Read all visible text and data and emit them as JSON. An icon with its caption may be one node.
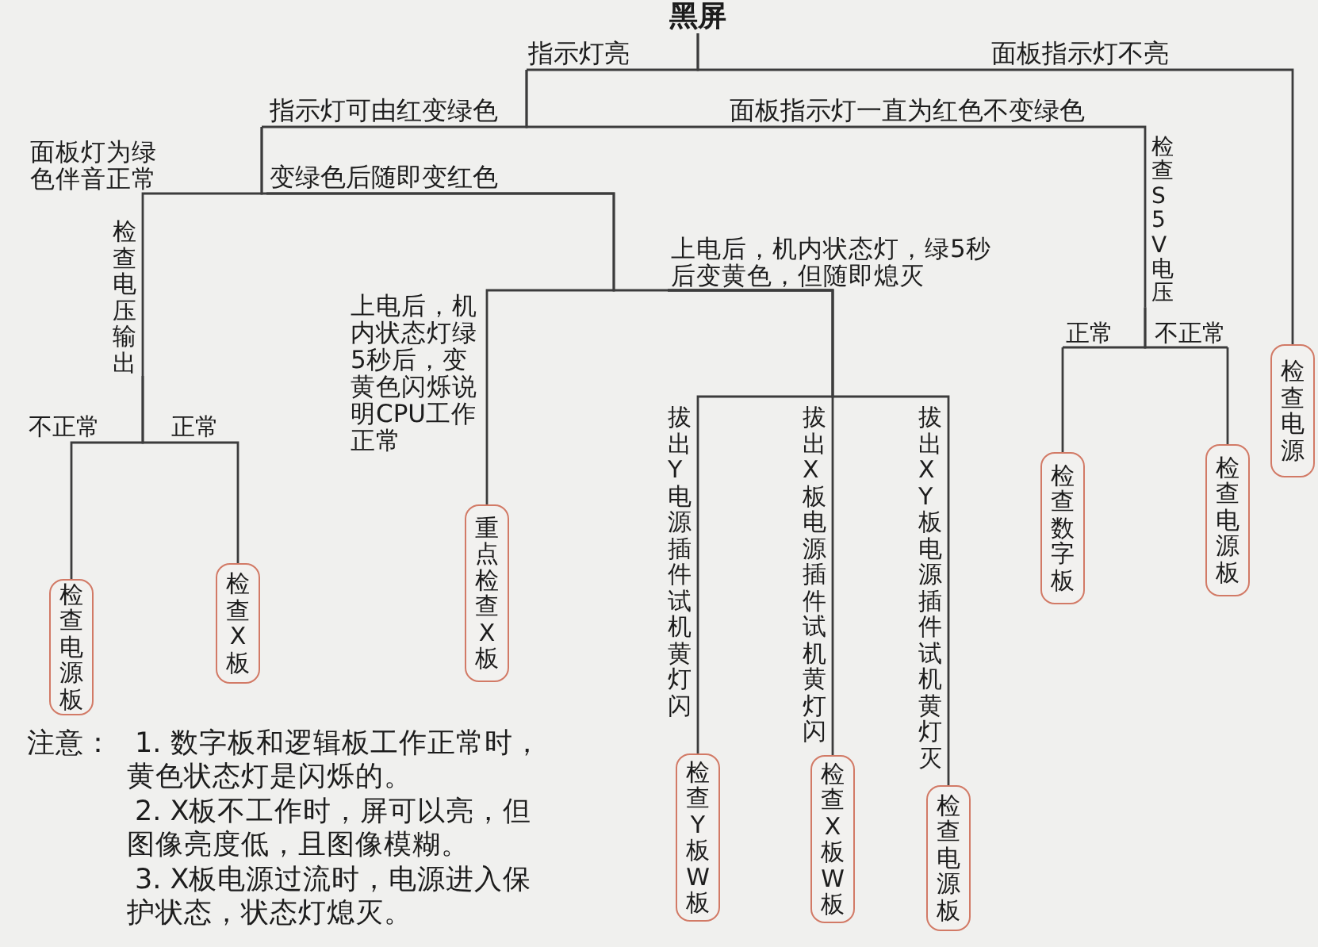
{
  "diagram": {
    "nodes": [
      {
        "text": [
          "黑屏"
        ]
      },
      {
        "text": [
          "指示灯亮"
        ]
      },
      {
        "text": [
          "面板指示灯不亮"
        ]
      },
      {
        "text": [
          "指示灯可由红变绿色"
        ]
      },
      {
        "text": [
          "面板指示灯一直为红色不变绿色"
        ]
      },
      {
        "text": [
          "面板灯为绿色伴音正常"
        ]
      },
      {
        "text": [
          "变绿色后随即变红色"
        ]
      },
      {
        "text": [
          "检查S5V电压"
        ]
      },
      {
        "text": [
          "检查电压输出"
        ]
      },
      {
        "text": [
          "上电后，机内状态灯，绿5秒后变黄色，但随即熄灭"
        ]
      },
      {
        "text": [
          "上电后，机内状态灯绿5秒后，变黄色闪烁说明CPU工作正常"
        ]
      },
      {
        "text": [
          "正常"
        ]
      },
      {
        "text": [
          "不正常"
        ]
      },
      {
        "text": [
          "检查电源"
        ]
      },
      {
        "text": [
          "不正常"
        ]
      },
      {
        "text": [
          "正常"
        ]
      },
      {
        "text": [
          "拔出Y电源插件试机黄灯闪"
        ]
      },
      {
        "text": [
          "拔出X板电源插件试机黄灯闪"
        ]
      },
      {
        "text": [
          "拔出XY板电源插件试机黄灯灭"
        ]
      },
      {
        "text": [
          "检查数字板"
        ]
      },
      {
        "text": [
          "检查电源板"
        ]
      },
      {
        "text": [
          "重点检查X板"
        ]
      },
      {
        "text": [
          "检查X板"
        ]
      },
      {
        "text": [
          "检查电源板"
        ]
      },
      {
        "text": [
          "检查Y板W板"
        ]
      },
      {
        "text": [
          "检查X板W板"
        ]
      },
      {
        "text": [
          "检查电源板"
        ]
      }
    ],
    "edges": [
      {
        "from": 0,
        "to": 1,
        "arrow": "none"
      },
      {
        "from": 0,
        "to": 2,
        "arrow": "none"
      },
      {
        "from": 2,
        "to": 13,
        "arrow": "none"
      },
      {
        "from": 1,
        "to": 3,
        "arrow": "none"
      },
      {
        "from": 1,
        "to": 4,
        "arrow": "none"
      },
      {
        "from": 4,
        "to": 7,
        "arrow": "none"
      },
      {
        "from": 7,
        "to": 11,
        "arrow": "none"
      },
      {
        "from": 7,
        "to": 12,
        "arrow": "none"
      },
      {
        "from": 11,
        "to": 19,
        "arrow": "none"
      },
      {
        "from": 12,
        "to": 20,
        "arrow": "none"
      },
      {
        "from": 3,
        "to": 5,
        "arrow": "none"
      },
      {
        "from": 3,
        "to": 6,
        "arrow": "none"
      },
      {
        "from": 5,
        "to": 8,
        "arrow": "none"
      },
      {
        "from": 8,
        "to": 14,
        "arrow": "none"
      },
      {
        "from": 8,
        "to": 15,
        "arrow": "none"
      },
      {
        "from": 14,
        "to": 23,
        "arrow": "none"
      },
      {
        "from": 15,
        "to": 22,
        "arrow": "none"
      },
      {
        "from": 6,
        "to": 10,
        "arrow": "none"
      },
      {
        "from": 6,
        "to": 9,
        "arrow": "none"
      },
      {
        "from": 10,
        "to": 21,
        "arrow": "none"
      },
      {
        "from": 9,
        "to": 16,
        "arrow": "none"
      },
      {
        "from": 9,
        "to": 17,
        "arrow": "none"
      },
      {
        "from": 9,
        "to": 18,
        "arrow": "none"
      },
      {
        "from": 16,
        "to": 24,
        "arrow": "none"
      },
      {
        "from": 17,
        "to": 25,
        "arrow": "none"
      },
      {
        "from": 18,
        "to": 26,
        "arrow": "none"
      }
    ],
    "labels": [
      "注意：",
      "1. 数字板和逻辑板工作正常时，黄色状态灯是闪烁的。",
      "2. X板不工作时，屏可以亮，但图像亮度低，且图像模糊。",
      "3. X板电源过流时，电源进入保护状态，状态灯熄灭。"
    ]
  }
}
